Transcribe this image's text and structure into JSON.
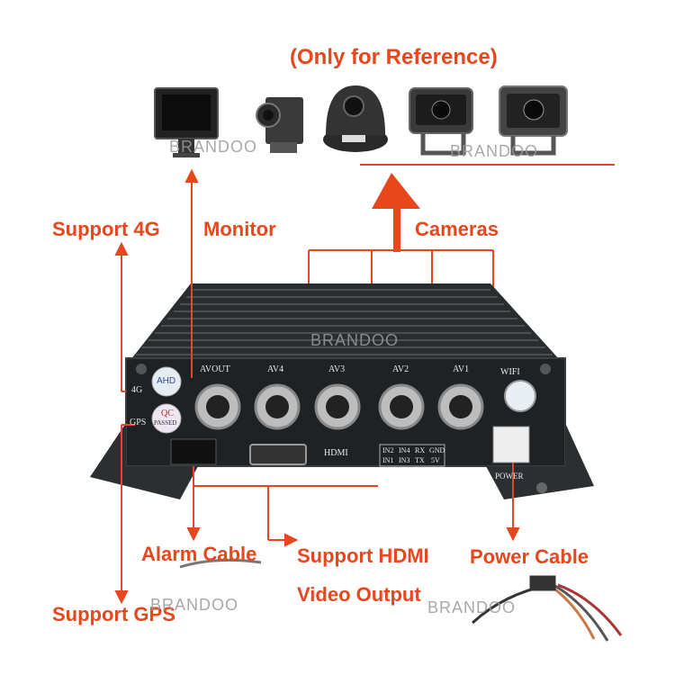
{
  "header": {
    "reference_note": "(Only for Reference)"
  },
  "labels": {
    "support_4g": "Support 4G",
    "monitor": "Monitor",
    "cameras": "Cameras",
    "alarm_cable": "Alarm Cable",
    "support_hdmi": "Support HDMI",
    "video_output": "Video Output",
    "power_cable": "Power Cable",
    "support_gps": "Support GPS"
  },
  "device": {
    "ports": [
      "AVOUT",
      "AV4",
      "AV3",
      "AV2",
      "AV1"
    ],
    "wifi": "WIFI",
    "ahd_badge": "AHD",
    "qc_badge_top": "QC",
    "qc_badge_bottom": "PASSED",
    "antenna_4g": "4G",
    "antenna_gps": "GPS",
    "hdmi": "HDMI",
    "power": "POWER",
    "io_grid": [
      "IN2",
      "IN4",
      "RX",
      "GND",
      "IN1",
      "IN3",
      "TX",
      "5V"
    ]
  },
  "watermark": "BRANDOO",
  "colors": {
    "accent": "#e8461c",
    "device_body": "#2b2e30",
    "connector": "#c9c9c9"
  },
  "icons": [
    "monitor-icon",
    "camera-icon",
    "arrow-icon"
  ]
}
